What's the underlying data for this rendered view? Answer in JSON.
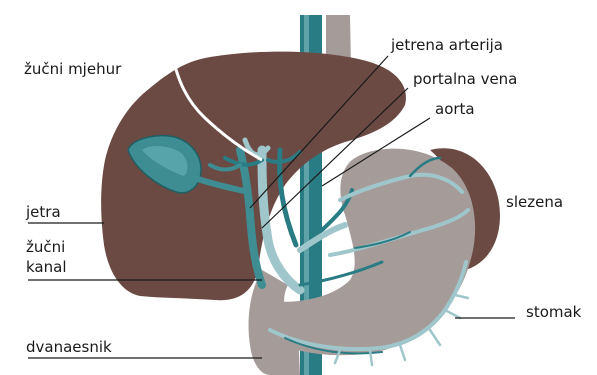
{
  "labels": {
    "gallbladder": "žučni mjehur",
    "hepatic_artery": "jetrena arterija",
    "portal_vein": "portalna vena",
    "aorta": "aorta",
    "spleen": "slezena",
    "liver": "jetra",
    "bile_duct_line1": "žučni",
    "bile_duct_line2": "kanal",
    "stomach": "stomak",
    "duodenum": "dvanaesnik"
  },
  "colors": {
    "liver": "#6b4a44",
    "spleen": "#6b4a44",
    "stomach": "#a59c9a",
    "duodenum": "#a59c9a",
    "esophagus": "#a59c9a",
    "vessels_dark": "#2a7c84",
    "vessels_light": "#9fc7cb",
    "bile": "#3d8d92",
    "leader_lines": "#1a1a1a"
  }
}
